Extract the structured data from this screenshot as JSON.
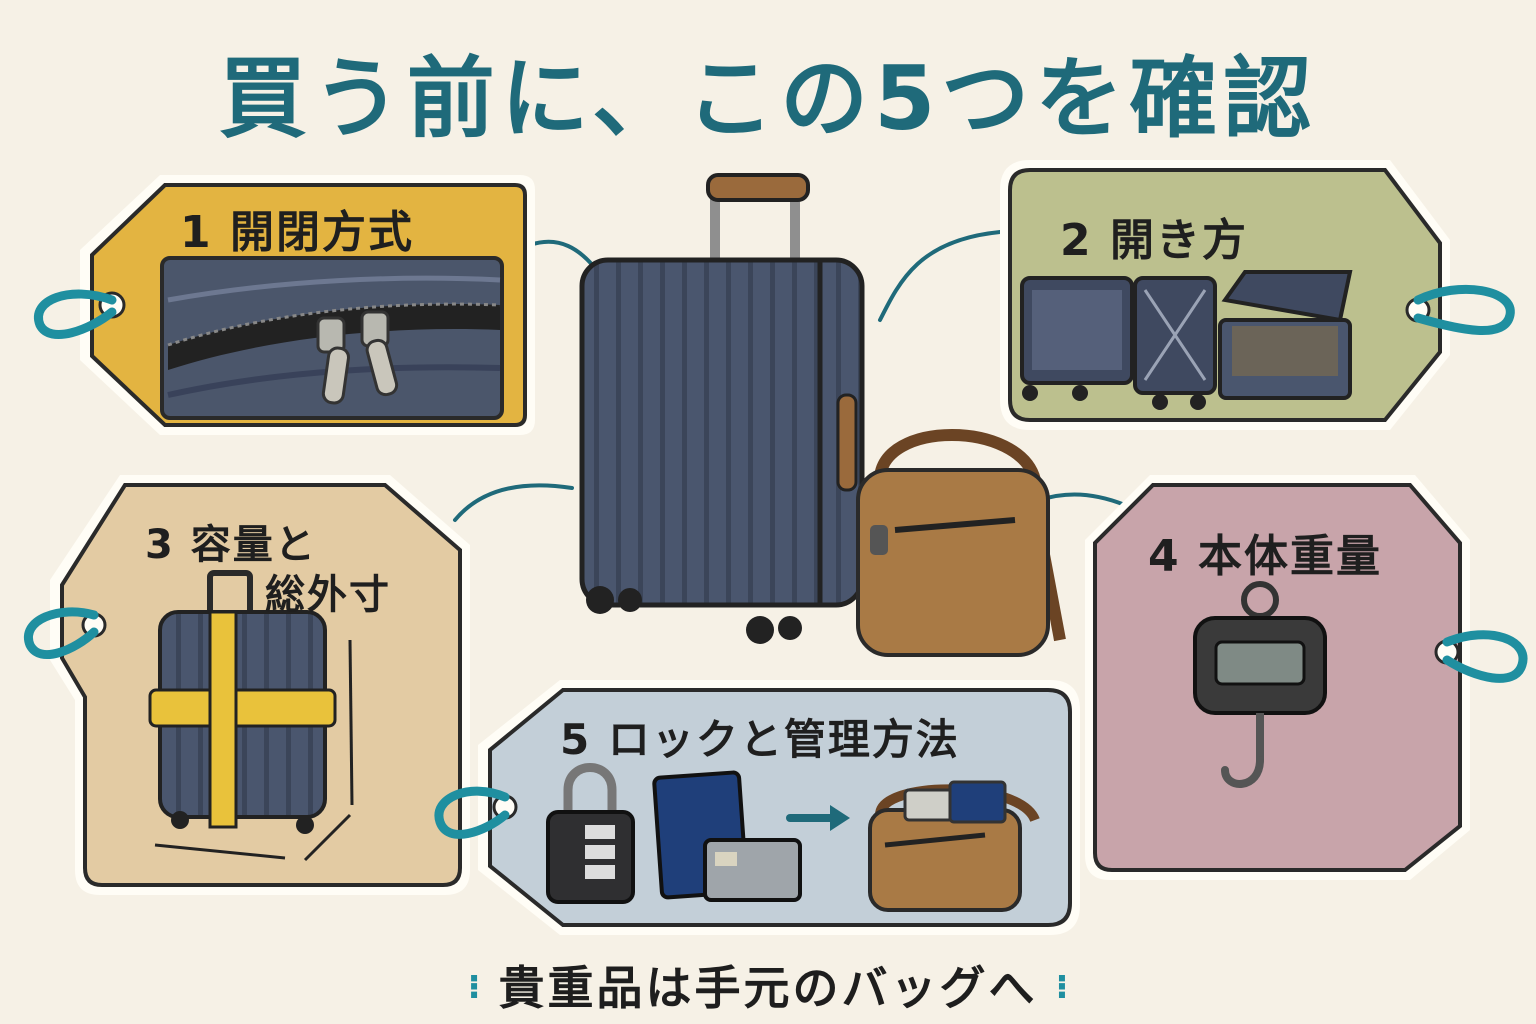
{
  "title": "買う前に、この5つを確認",
  "tags": [
    {
      "number": "1",
      "label": "開閉方式",
      "color": "#e3b441"
    },
    {
      "number": "2",
      "label": "開き方",
      "color": "#bcc08e"
    },
    {
      "number": "3",
      "label_line1": "容量と",
      "label_line2": "総外寸",
      "color": "#e3cba3"
    },
    {
      "number": "4",
      "label": "本体重量",
      "color": "#c8a4aa"
    },
    {
      "number": "5",
      "label": "ロックと管理方法",
      "color": "#c3cfd8"
    }
  ],
  "footer": "貴重品は手元のバッグへ",
  "colors": {
    "background": "#f6f1e6",
    "title": "#1f6a7a",
    "accent": "#1f8fa0",
    "suitcase": "#4a566e",
    "bag": "#a97a45"
  },
  "icons": [
    "zipper-icon",
    "open-suitcase-icon",
    "measuring-tape-suitcase-icon",
    "hanging-scale-icon",
    "combination-lock-icon",
    "passport-icon",
    "card-icon",
    "arrow-right-icon",
    "shoulder-bag-icon"
  ]
}
